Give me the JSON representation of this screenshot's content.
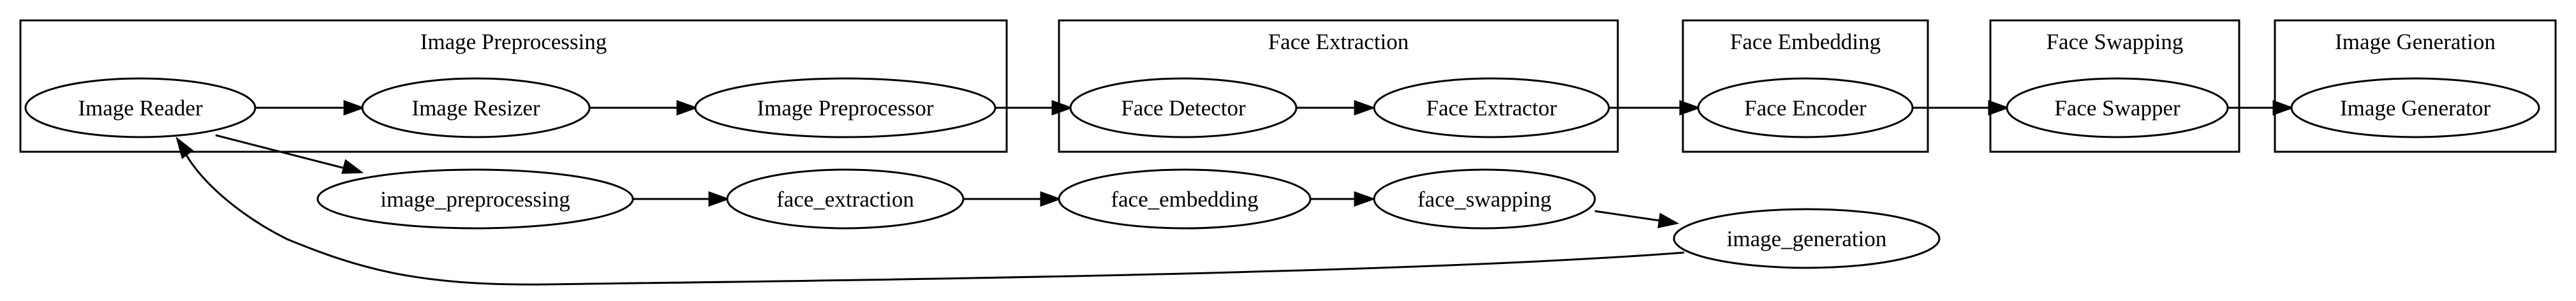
{
  "clusters": {
    "preprocessing": "Image Preprocessing",
    "extraction": "Face Extraction",
    "embedding": "Face Embedding",
    "swapping": "Face Swapping",
    "generation": "Image Generation"
  },
  "nodes": {
    "image_reader": "Image Reader",
    "image_resizer": "Image Resizer",
    "image_preprocessor": "Image Preprocessor",
    "face_detector": "Face Detector",
    "face_extractor": "Face Extractor",
    "face_encoder": "Face Encoder",
    "face_swapper": "Face Swapper",
    "image_generator": "Image Generator",
    "image_preprocessing": "image_preprocessing",
    "face_extraction": "face_extraction",
    "face_embedding": "face_embedding",
    "face_swapping": "face_swapping",
    "image_generation": "image_generation"
  },
  "edges": [
    {
      "from": "Image Reader",
      "to": "Image Resizer"
    },
    {
      "from": "Image Resizer",
      "to": "Image Preprocessor"
    },
    {
      "from": "Image Preprocessor",
      "to": "Face Detector"
    },
    {
      "from": "Face Detector",
      "to": "Face Extractor"
    },
    {
      "from": "Face Extractor",
      "to": "Face Encoder"
    },
    {
      "from": "Face Encoder",
      "to": "Face Swapper"
    },
    {
      "from": "Face Swapper",
      "to": "Image Generator"
    },
    {
      "from": "Image Reader",
      "to": "image_preprocessing"
    },
    {
      "from": "image_preprocessing",
      "to": "face_extraction"
    },
    {
      "from": "face_extraction",
      "to": "face_embedding"
    },
    {
      "from": "face_embedding",
      "to": "face_swapping"
    },
    {
      "from": "face_swapping",
      "to": "image_generation"
    },
    {
      "from": "image_generation",
      "to": "Image Reader"
    }
  ]
}
